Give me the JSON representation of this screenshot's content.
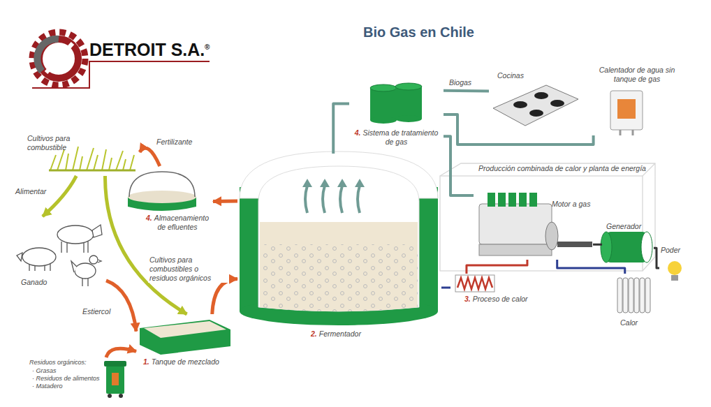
{
  "diagram": {
    "title": "Bio Gas en Chile",
    "nodes": [
      {
        "text": [
          "Cultivos para combustible"
        ]
      },
      {
        "text": [
          "4.",
          "Almacenamiento de efluentes"
        ]
      },
      {
        "text": [
          "Ganado"
        ]
      },
      {
        "text": [
          "1.",
          "Tanque de mezclado"
        ]
      },
      {
        "text": [
          "Residuos orgánicos:",
          "· Grasas",
          "· Residuos de alimentos",
          "· Matadero"
        ]
      },
      {
        "text": [
          "2.",
          "Fermentador"
        ]
      },
      {
        "text": [
          "4.",
          "Sistema de tratamiento de gas"
        ]
      },
      {
        "text": [
          "Cocinas"
        ]
      },
      {
        "text": [
          "Calentador de agua sin tanque de gas"
        ]
      },
      {
        "text": [
          "Producción combinada de calor y planta de energía"
        ]
      },
      {
        "text": [
          "Motor a gas"
        ],
        "in": 9
      },
      {
        "text": [
          "Generador"
        ],
        "in": 9
      },
      {
        "text": [
          "3.",
          "Proceso de calor"
        ]
      },
      {
        "text": [
          "Calor"
        ]
      },
      {
        "text": [
          "Poder"
        ]
      }
    ],
    "edges": [
      {
        "from": 1,
        "to": 0,
        "label": "Fertilizante",
        "arrow": "to"
      },
      {
        "from": 0,
        "to": 2,
        "label": "Alimentar",
        "arrow": "to"
      },
      {
        "from": 2,
        "to": 3,
        "label": "Estiercol",
        "arrow": "to"
      },
      {
        "from": 0,
        "to": 3,
        "arrow": "to"
      },
      {
        "from": 4,
        "to": 3,
        "arrow": "to"
      },
      {
        "from": 3,
        "to": 5,
        "label": "Cultivos para combustibles o residuos orgánicos",
        "arrow": "to"
      },
      {
        "from": 5,
        "to": 1,
        "arrow": "to"
      },
      {
        "from": 5,
        "to": 6,
        "arrow": "none"
      },
      {
        "from": 6,
        "to": 7,
        "label": "Biogas",
        "arrow": "none"
      },
      {
        "from": 6,
        "to": 8,
        "arrow": "none"
      },
      {
        "from": 6,
        "to": 10,
        "arrow": "none"
      },
      {
        "from": 10,
        "to": 11,
        "arrow": "none"
      },
      {
        "from": 11,
        "to": 14,
        "arrow": "none"
      },
      {
        "from": 10,
        "to": 12,
        "arrow": "none"
      },
      {
        "from": 12,
        "to": 5,
        "arrow": "none"
      },
      {
        "from": 10,
        "to": 13,
        "arrow": "none"
      }
    ],
    "labels": [
      "DETROIT S.A.",
      "®"
    ]
  }
}
